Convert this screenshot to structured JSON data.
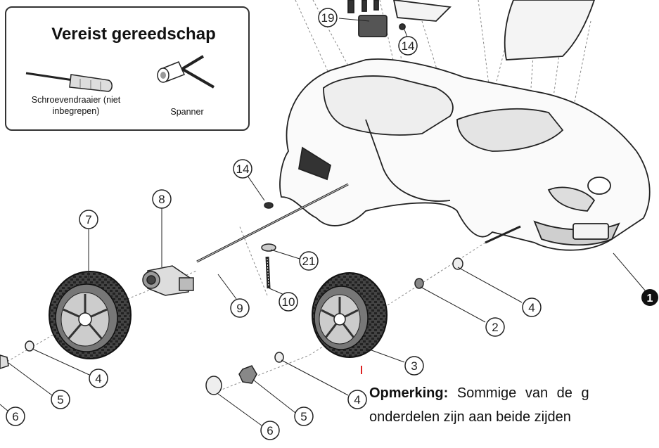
{
  "tools_box": {
    "title": "Vereist gereedschap",
    "screwdriver_label_line1": "Schroevendraaier (niet",
    "screwdriver_label_line2": "inbegrepen)",
    "spanner_label": "Spanner"
  },
  "callouts": {
    "c19": "19",
    "c14_top": "14",
    "c14": "14",
    "c8": "8",
    "c7": "7",
    "c21": "21",
    "c10": "10",
    "c9": "9",
    "c4_right": "4",
    "c2": "2",
    "c3": "3",
    "c4_left": "4",
    "c5_left": "5",
    "c6_left": "6",
    "c4_bottom": "4",
    "c5_bottom": "5",
    "c6_bottom": "6",
    "c1": "1"
  },
  "note": {
    "label": "Opmerking:",
    "line1": "Sommige van de g",
    "line2": "onderdelen zijn  aan  beide zijden"
  }
}
